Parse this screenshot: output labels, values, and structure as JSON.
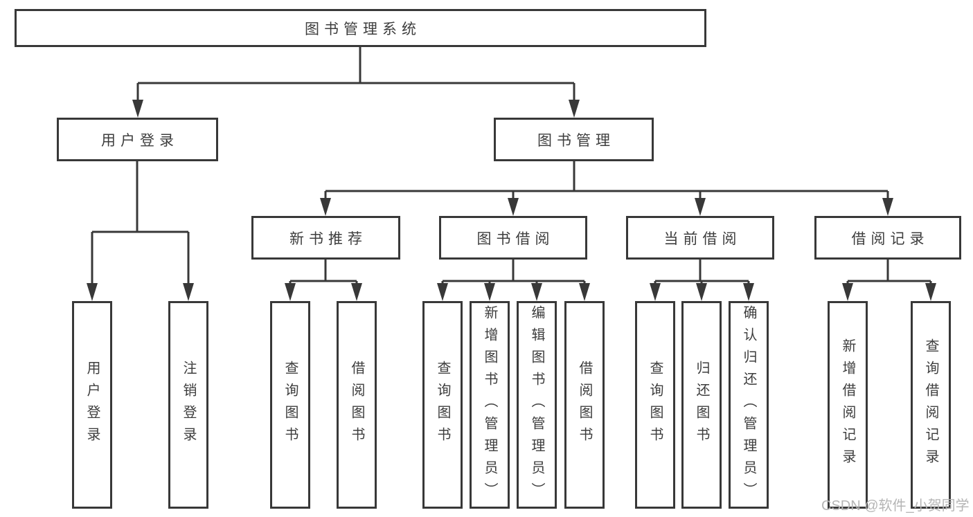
{
  "diagram": {
    "root": {
      "label": "图书管理系统"
    },
    "level2": [
      {
        "label": "用户登录"
      },
      {
        "label": "图书管理"
      }
    ],
    "level3": [
      {
        "label": "新书推荐"
      },
      {
        "label": "图书借阅"
      },
      {
        "label": "当前借阅"
      },
      {
        "label": "借阅记录"
      }
    ],
    "leaves": {
      "user_login": [
        "用户登录",
        "注销登录"
      ],
      "new_book": [
        "查询图书",
        "借阅图书"
      ],
      "book_borrow": [
        "查询图书",
        "新增图书（管理员）",
        "编辑图书（管理员）",
        "借阅图书"
      ],
      "current_borrow": [
        "查询图书",
        "归还图书",
        "确认归还（管理员）"
      ],
      "borrow_records": [
        "新增借阅记录",
        "查询借阅记录"
      ]
    },
    "watermark": "CSDN @软件_小贺同学",
    "colors": {
      "line": "#383838",
      "text": "#3d3d3d",
      "background": "#ffffff",
      "watermark": "#b5b5b5"
    }
  }
}
